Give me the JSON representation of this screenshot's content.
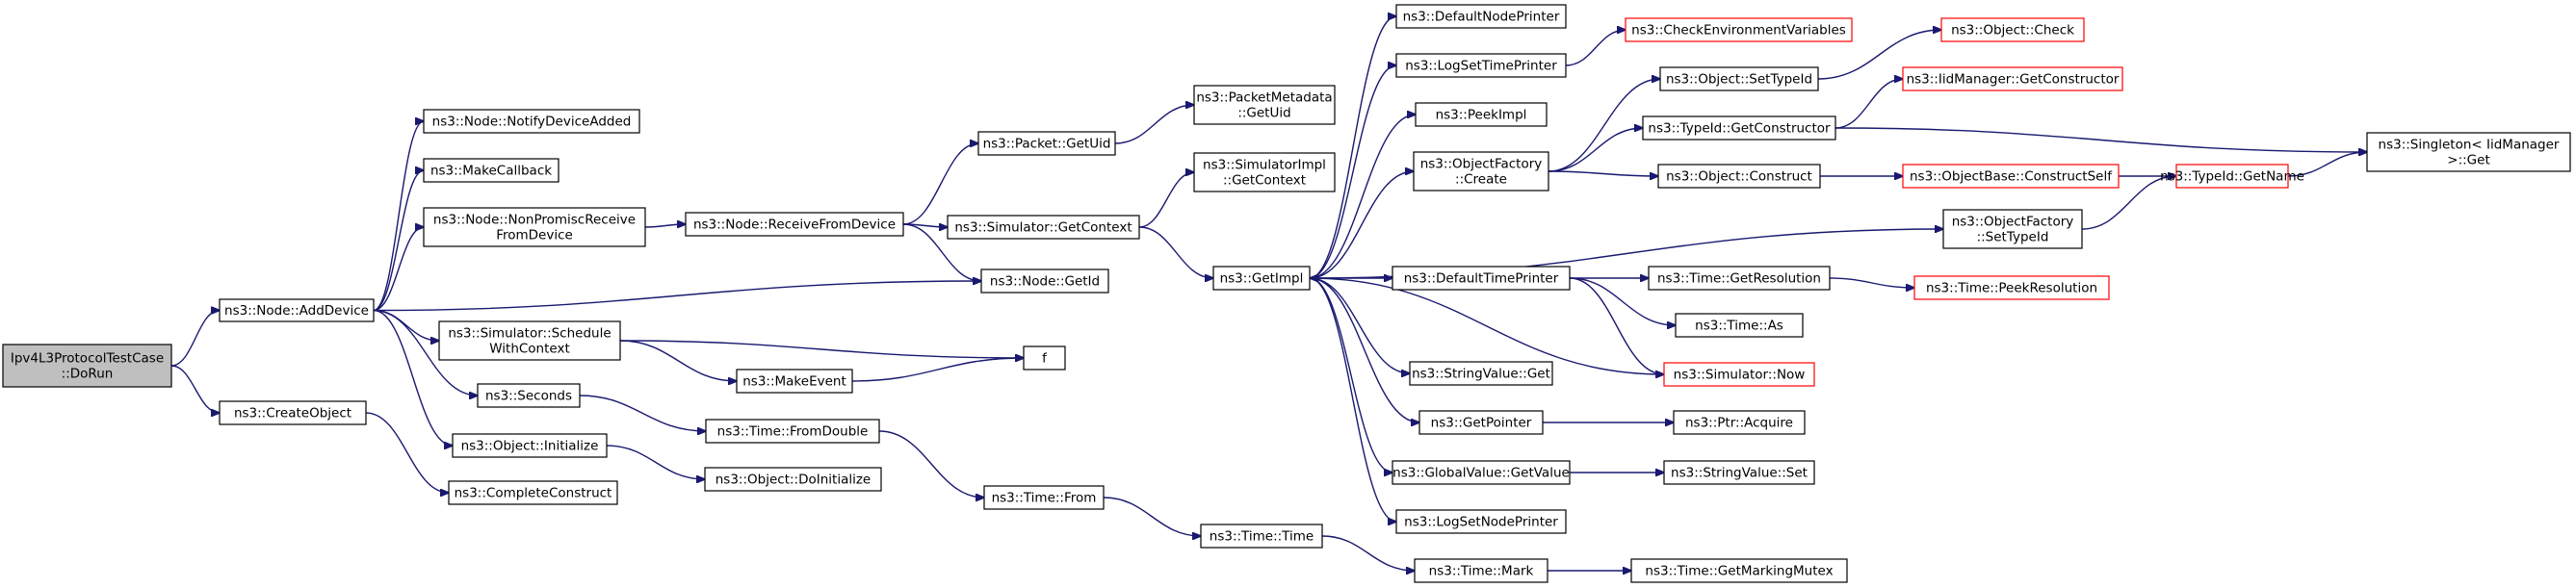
{
  "diagram": {
    "title": "",
    "colors": {
      "edge": "#191970",
      "node_border": "#000000",
      "node_border_warn": "#ff0000",
      "root_fill": "#bfbfbf"
    },
    "nodes": [
      {
        "id": "n0",
        "lines": [
          "Ipv4L3ProtocolTestCase",
          "::DoRun"
        ],
        "root": true
      },
      {
        "id": "n1",
        "lines": [
          "ns3::Node::AddDevice"
        ]
      },
      {
        "id": "n2",
        "lines": [
          "ns3::CreateObject"
        ]
      },
      {
        "id": "n3",
        "lines": [
          "ns3::Node::NotifyDeviceAdded"
        ]
      },
      {
        "id": "n4",
        "lines": [
          "ns3::MakeCallback"
        ]
      },
      {
        "id": "n5",
        "lines": [
          "ns3::Node::NonPromiscReceive",
          "FromDevice"
        ]
      },
      {
        "id": "n6",
        "lines": [
          "ns3::Node::ReceiveFromDevice"
        ]
      },
      {
        "id": "n7",
        "lines": [
          "ns3::Node::GetId"
        ]
      },
      {
        "id": "n8",
        "lines": [
          "ns3::Simulator::Schedule",
          "WithContext"
        ]
      },
      {
        "id": "n9",
        "lines": [
          "ns3::Seconds"
        ]
      },
      {
        "id": "n10",
        "lines": [
          "ns3::Object::Initialize"
        ]
      },
      {
        "id": "n11",
        "lines": [
          "ns3::CompleteConstruct"
        ]
      },
      {
        "id": "n12",
        "lines": [
          "ns3::Packet::GetUid"
        ]
      },
      {
        "id": "n13",
        "lines": [
          "ns3::PacketMetadata",
          "::GetUid"
        ]
      },
      {
        "id": "n14",
        "lines": [
          "ns3::SimulatorImpl",
          "::GetContext"
        ]
      },
      {
        "id": "n15",
        "lines": [
          "ns3::Simulator::GetContext"
        ]
      },
      {
        "id": "n16",
        "lines": [
          "ns3::MakeEvent"
        ]
      },
      {
        "id": "n17",
        "lines": [
          "f"
        ]
      },
      {
        "id": "n18",
        "lines": [
          "ns3::Time::FromDouble"
        ]
      },
      {
        "id": "n19",
        "lines": [
          "ns3::Object::DoInitialize"
        ]
      },
      {
        "id": "n20",
        "lines": [
          "ns3::Time::From"
        ]
      },
      {
        "id": "n21",
        "lines": [
          "ns3::GetImpl"
        ]
      },
      {
        "id": "n22",
        "lines": [
          "ns3::Time::Time"
        ]
      },
      {
        "id": "n23",
        "lines": [
          "ns3::DefaultNodePrinter"
        ]
      },
      {
        "id": "n24",
        "lines": [
          "ns3::LogSetTimePrinter"
        ]
      },
      {
        "id": "n25",
        "lines": [
          "ns3::PeekImpl"
        ]
      },
      {
        "id": "n26",
        "lines": [
          "ns3::ObjectFactory",
          "::Create"
        ]
      },
      {
        "id": "n27",
        "lines": [
          "ns3::DefaultTimePrinter"
        ]
      },
      {
        "id": "n28",
        "lines": [
          "ns3::StringValue::Get"
        ]
      },
      {
        "id": "n29",
        "lines": [
          "ns3::GetPointer"
        ]
      },
      {
        "id": "n30",
        "lines": [
          "ns3::GlobalValue::GetValue"
        ]
      },
      {
        "id": "n31",
        "lines": [
          "ns3::LogSetNodePrinter"
        ]
      },
      {
        "id": "n32",
        "lines": [
          "ns3::Time::Mark"
        ]
      },
      {
        "id": "n33",
        "lines": [
          "ns3::CheckEnvironmentVariables"
        ],
        "red": true
      },
      {
        "id": "n34",
        "lines": [
          "ns3::Object::SetTypeId"
        ]
      },
      {
        "id": "n35",
        "lines": [
          "ns3::TypeId::GetConstructor"
        ]
      },
      {
        "id": "n36",
        "lines": [
          "ns3::Object::Construct"
        ]
      },
      {
        "id": "n37",
        "lines": [
          "ns3::ObjectFactory",
          "::SetTypeId"
        ]
      },
      {
        "id": "n38",
        "lines": [
          "ns3::Time::GetResolution"
        ]
      },
      {
        "id": "n39",
        "lines": [
          "ns3::Time::As"
        ]
      },
      {
        "id": "n40",
        "lines": [
          "ns3::Simulator::Now"
        ],
        "red": true
      },
      {
        "id": "n41",
        "lines": [
          "ns3::Ptr::Acquire"
        ]
      },
      {
        "id": "n42",
        "lines": [
          "ns3::StringValue::Set"
        ]
      },
      {
        "id": "n43",
        "lines": [
          "ns3::Time::GetMarkingMutex"
        ]
      },
      {
        "id": "n44",
        "lines": [
          "ns3::Object::Check"
        ],
        "red": true
      },
      {
        "id": "n45",
        "lines": [
          "ns3::IidManager::GetConstructor"
        ],
        "red": true
      },
      {
        "id": "n46",
        "lines": [
          "ns3::ObjectBase::ConstructSelf"
        ],
        "red": true
      },
      {
        "id": "n47",
        "lines": [
          "ns3::TypeId::GetName"
        ],
        "red": true
      },
      {
        "id": "n48",
        "lines": [
          "ns3::Time::PeekResolution"
        ],
        "red": true
      },
      {
        "id": "n49",
        "lines": [
          "ns3::Singleton< IidManager",
          ">::Get"
        ]
      }
    ],
    "edges": [
      [
        "n0",
        "n1"
      ],
      [
        "n0",
        "n2"
      ],
      [
        "n1",
        "n3"
      ],
      [
        "n1",
        "n4"
      ],
      [
        "n1",
        "n5"
      ],
      [
        "n1",
        "n7"
      ],
      [
        "n1",
        "n8"
      ],
      [
        "n1",
        "n9"
      ],
      [
        "n1",
        "n10"
      ],
      [
        "n2",
        "n11"
      ],
      [
        "n5",
        "n6"
      ],
      [
        "n6",
        "n12"
      ],
      [
        "n6",
        "n15"
      ],
      [
        "n6",
        "n7"
      ],
      [
        "n12",
        "n13"
      ],
      [
        "n15",
        "n14"
      ],
      [
        "n15",
        "n21"
      ],
      [
        "n8",
        "n17"
      ],
      [
        "n8",
        "n16"
      ],
      [
        "n16",
        "n17"
      ],
      [
        "n9",
        "n18"
      ],
      [
        "n10",
        "n19"
      ],
      [
        "n18",
        "n20"
      ],
      [
        "n20",
        "n22"
      ],
      [
        "n22",
        "n32"
      ],
      [
        "n32",
        "n43"
      ],
      [
        "n21",
        "n23"
      ],
      [
        "n21",
        "n24"
      ],
      [
        "n21",
        "n25"
      ],
      [
        "n21",
        "n26"
      ],
      [
        "n21",
        "n27"
      ],
      [
        "n21",
        "n28"
      ],
      [
        "n21",
        "n29"
      ],
      [
        "n21",
        "n30"
      ],
      [
        "n21",
        "n31"
      ],
      [
        "n21",
        "n37"
      ],
      [
        "n24",
        "n33"
      ],
      [
        "n26",
        "n34"
      ],
      [
        "n26",
        "n35"
      ],
      [
        "n26",
        "n36"
      ],
      [
        "n34",
        "n44"
      ],
      [
        "n35",
        "n45"
      ],
      [
        "n35",
        "n49"
      ],
      [
        "n36",
        "n46"
      ],
      [
        "n46",
        "n47"
      ],
      [
        "n37",
        "n47"
      ],
      [
        "n47",
        "n49"
      ],
      [
        "n27",
        "n38"
      ],
      [
        "n27",
        "n39"
      ],
      [
        "n27",
        "n40"
      ],
      [
        "n38",
        "n48"
      ],
      [
        "n40",
        "n21"
      ],
      [
        "n29",
        "n41"
      ],
      [
        "n30",
        "n42"
      ]
    ]
  }
}
